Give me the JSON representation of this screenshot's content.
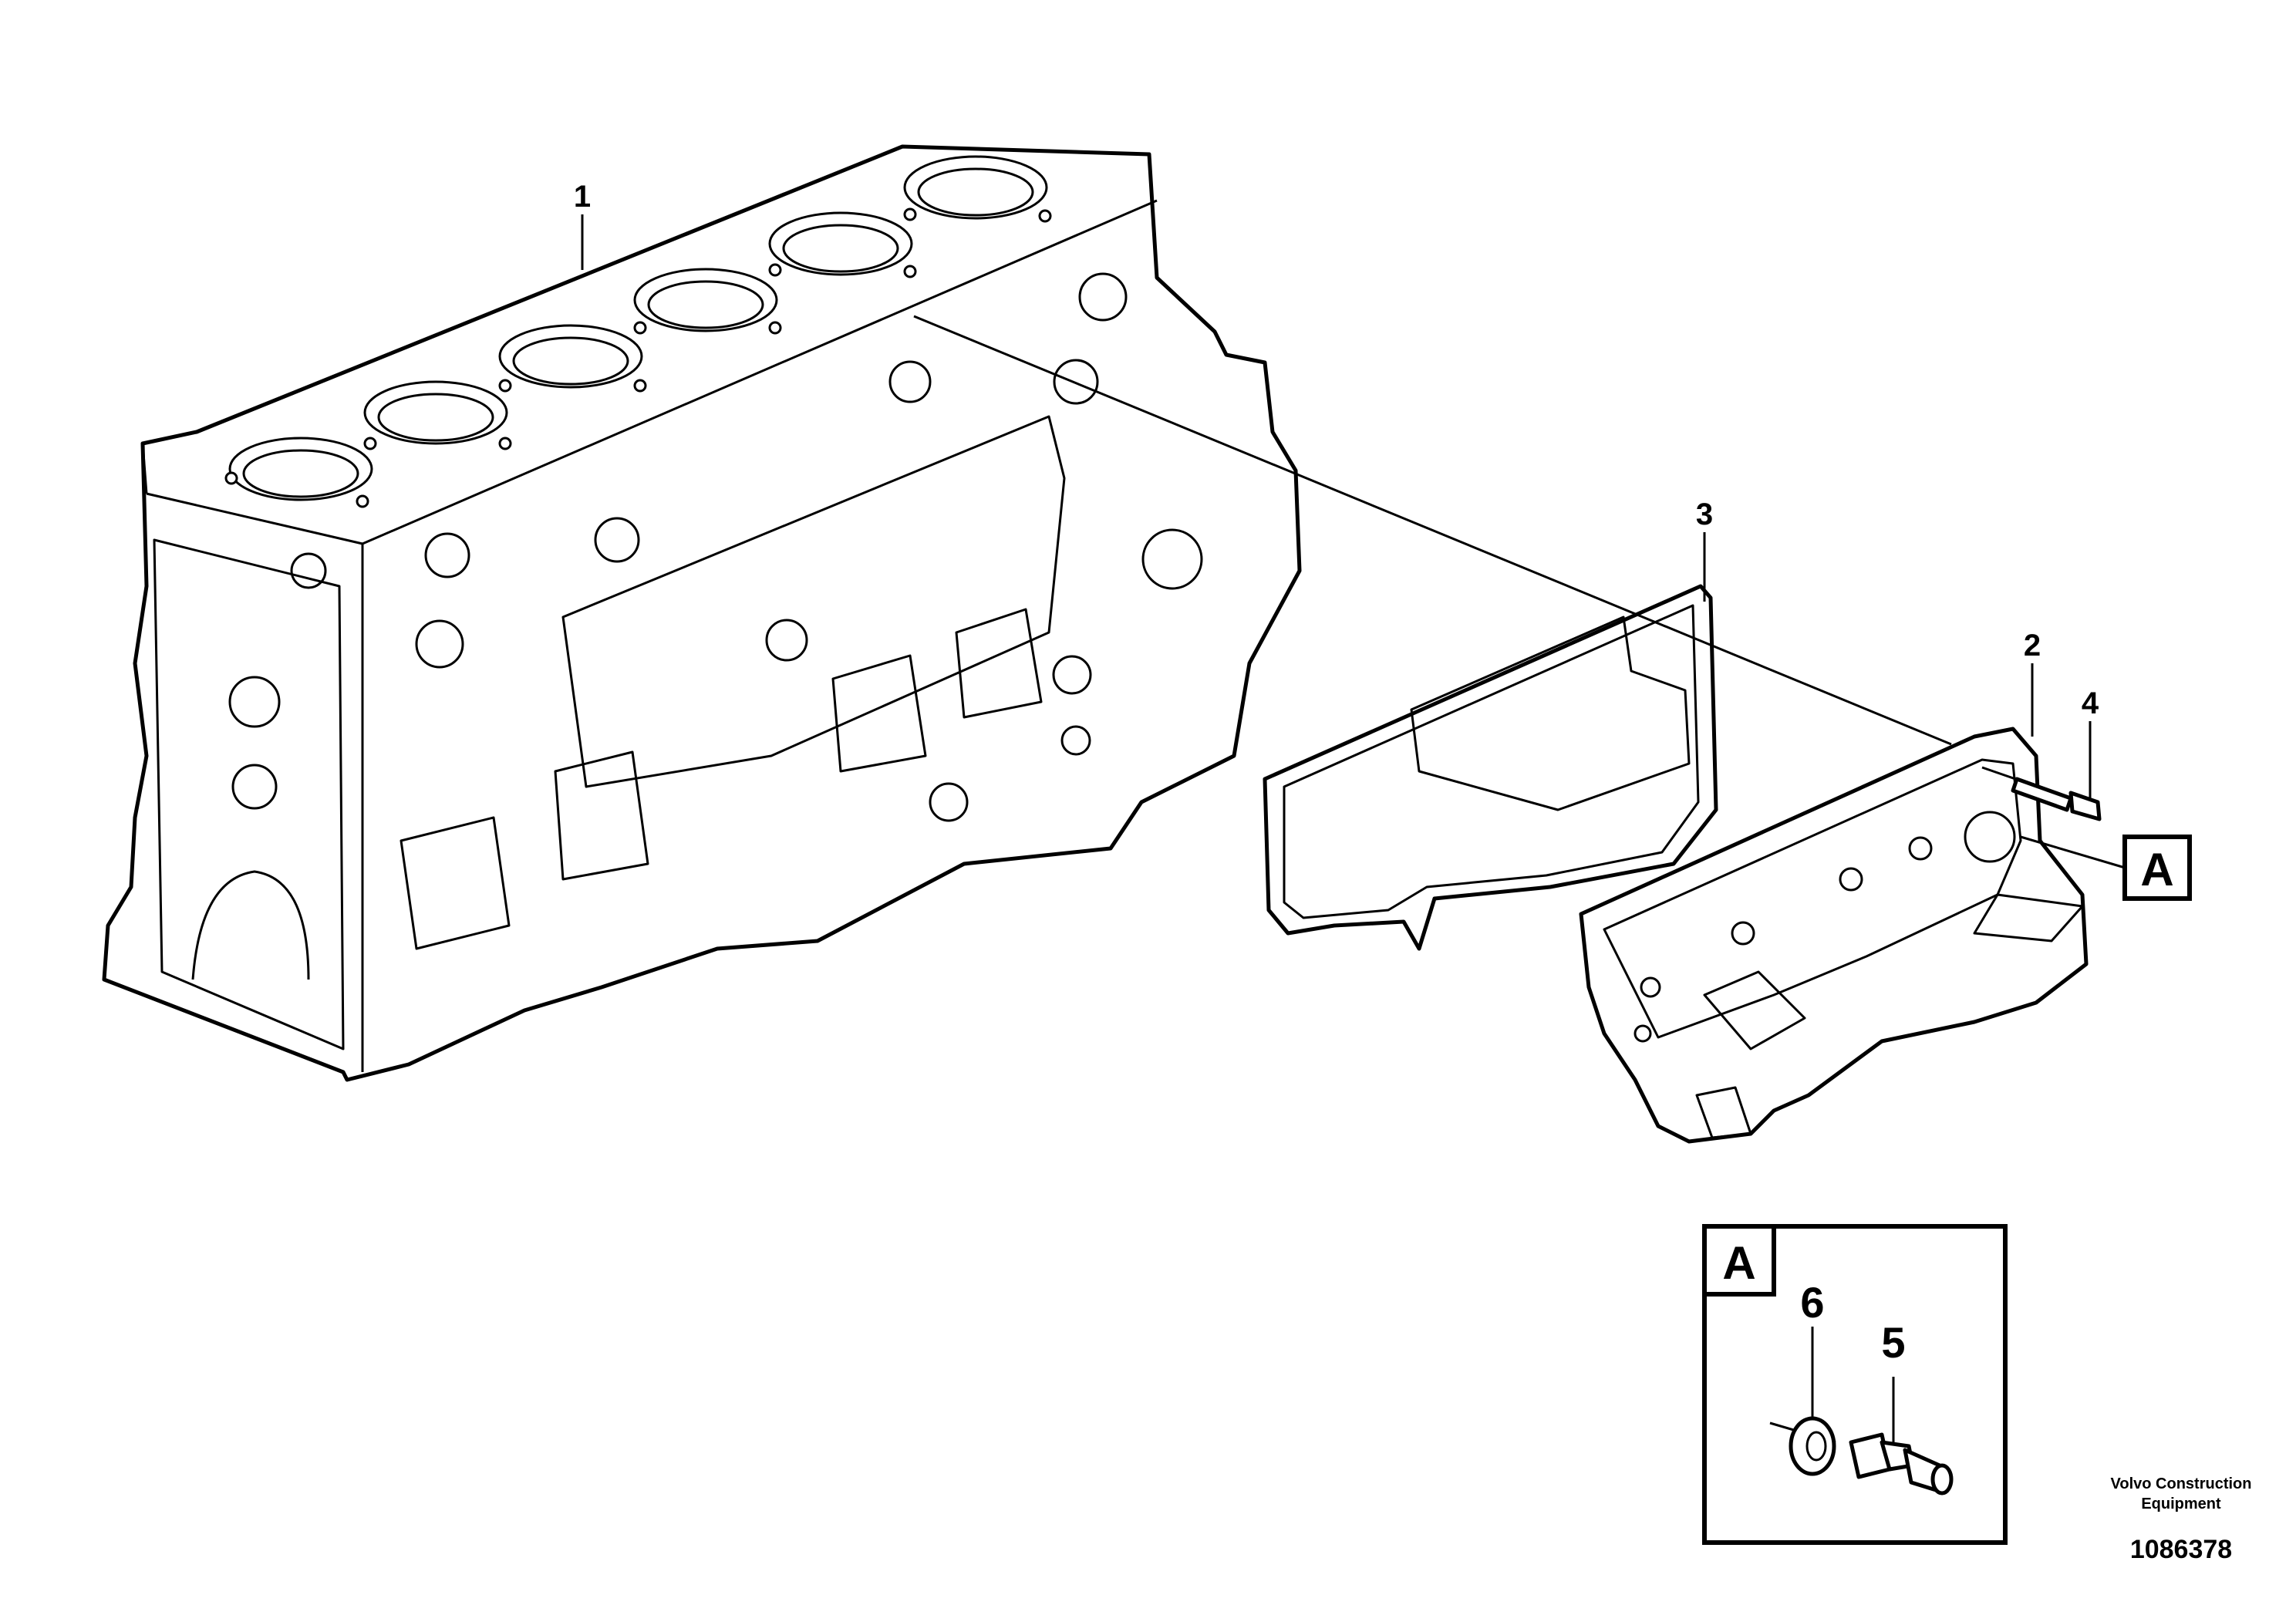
{
  "callouts": {
    "c1": "1",
    "c2": "2",
    "c3": "3",
    "c4": "4",
    "c5": "5",
    "c6": "6"
  },
  "detail_ref": "A",
  "detail_box_label": "A",
  "footer": {
    "line1": "Volvo Construction",
    "line2": "Equipment",
    "number": "1086378"
  }
}
